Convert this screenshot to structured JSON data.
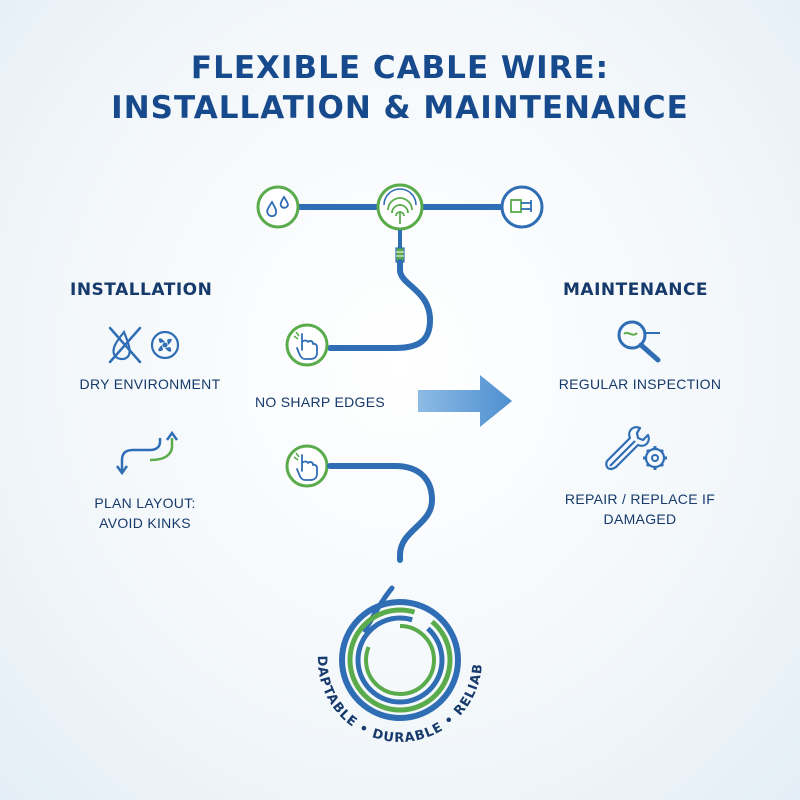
{
  "title": {
    "line1": "FLEXIBLE CABLE WIRE:",
    "line2": "INSTALLATION & MAINTENANCE"
  },
  "installation": {
    "heading": "INSTALLATION",
    "items": [
      {
        "label": "DRY ENVIRONMENT",
        "icon": "water-drop-fan-icon"
      },
      {
        "label_line1": "PLAN LAYOUT:",
        "label_line2": "AVOID KINKS",
        "icon": "route-arrows-icon"
      }
    ]
  },
  "center": {
    "no_sharp_edges": "NO SHARP EDGES",
    "top_icons": [
      "water-drops-icon",
      "fingerprint-icon",
      "connector-icon"
    ],
    "hand_icons": [
      "pointing-hand-icon",
      "pointing-hand-icon"
    ]
  },
  "maintenance": {
    "heading": "MAINTENANCE",
    "items": [
      {
        "label": "REGULAR INSPECTION",
        "icon": "magnifier-icon"
      },
      {
        "label_line1": "REPAIR / REPLACE IF",
        "label_line2": "DAMAGED",
        "icon": "wrench-gear-icon"
      }
    ]
  },
  "ring_text": "ADAPTABLE • DURABLE • RELIABLE",
  "colors": {
    "title": "#174a8c",
    "cable_blue": "#2f6db5",
    "accent_green": "#5aab4b",
    "arrow_blue": "#6aa3d8",
    "text": "#163a6b"
  }
}
